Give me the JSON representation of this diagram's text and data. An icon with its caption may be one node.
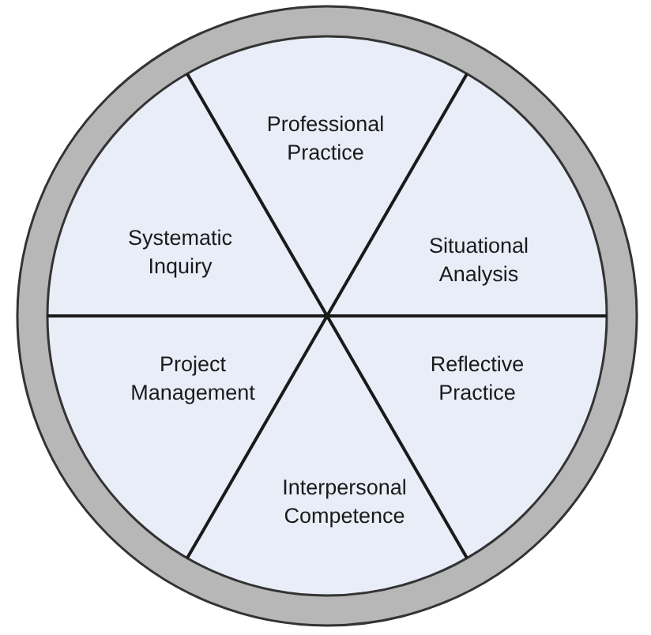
{
  "diagram": {
    "nodes": [
      {
        "text": [
          "Professional Practice"
        ]
      },
      {
        "text": [
          "Systematic Inquiry"
        ]
      },
      {
        "text": [
          "Situational Analysis"
        ]
      },
      {
        "text": [
          "Project Management"
        ]
      },
      {
        "text": [
          "Reflective Practice"
        ]
      },
      {
        "text": [
          "Interpersonal Competence"
        ]
      }
    ]
  }
}
